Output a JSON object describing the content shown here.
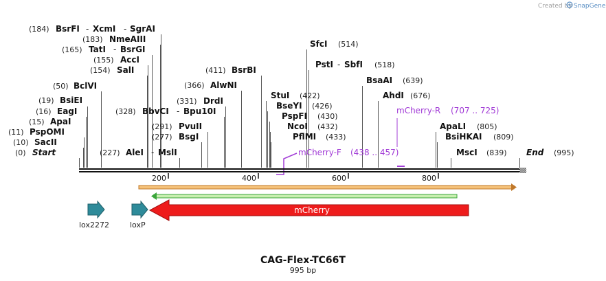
{
  "credit": {
    "prefix": "Created by",
    "brand": "SnapGene"
  },
  "plasmid": {
    "name": "CAG-Flex-TC66T",
    "length_label": "995 bp",
    "length": 995
  },
  "ruler": {
    "ticks": [
      200,
      400,
      600,
      800
    ],
    "tick_labels": [
      "200",
      "400",
      "600",
      "800"
    ]
  },
  "sites": [
    {
      "id": "bsrfi",
      "name": "BsrFI",
      "pos": "(184)",
      "bp": 184,
      "extra": [
        {
          "dash": "-",
          "name": "XcmI"
        },
        {
          "dash": "-",
          "name": "SgrAI"
        }
      ]
    },
    {
      "id": "nmeaiii",
      "name": "NmeAIII",
      "pos": "(183)",
      "bp": 183,
      "extra": []
    },
    {
      "id": "tati",
      "name": "TatI",
      "pos": "(165)",
      "bp": 165,
      "extra": [
        {
          "dash": "-",
          "name": "BsrGI"
        }
      ]
    },
    {
      "id": "acci",
      "name": "AccI",
      "pos": "(155)",
      "bp": 155,
      "extra": []
    },
    {
      "id": "sali",
      "name": "SalI",
      "pos": "(154)",
      "bp": 154,
      "extra": []
    },
    {
      "id": "bclvi",
      "name": "BclVI",
      "pos": "(50)",
      "bp": 50,
      "extra": []
    },
    {
      "id": "bsiei",
      "name": "BsiEI",
      "pos": "(19)",
      "bp": 19,
      "extra": []
    },
    {
      "id": "eagi",
      "name": "EagI",
      "pos": "(16)",
      "bp": 16,
      "extra": []
    },
    {
      "id": "apai",
      "name": "ApaI",
      "pos": "(15)",
      "bp": 15,
      "extra": []
    },
    {
      "id": "pspomi",
      "name": "PspOMI",
      "pos": "(11)",
      "bp": 11,
      "extra": []
    },
    {
      "id": "sacii",
      "name": "SacII",
      "pos": "(10)",
      "bp": 10,
      "extra": []
    },
    {
      "id": "start",
      "name": "Start",
      "pos": "(0)",
      "bp": 0,
      "extra": []
    },
    {
      "id": "alei",
      "name": "AleI",
      "pos": "(227)",
      "bp": 227,
      "extra": [
        {
          "dash": "-",
          "name": "MslI"
        }
      ]
    },
    {
      "id": "bbvci",
      "name": "BbvCI",
      "pos": "(328)",
      "bp": 328,
      "extra": [
        {
          "dash": "-",
          "name": "Bpu10I"
        }
      ]
    },
    {
      "id": "pvuii",
      "name": "PvuII",
      "pos": "(291)",
      "bp": 291,
      "extra": []
    },
    {
      "id": "bsgi",
      "name": "BsgI",
      "pos": "(277)",
      "bp": 277,
      "extra": []
    },
    {
      "id": "drdi",
      "name": "DrdI",
      "pos": "(331)",
      "bp": 331,
      "extra": []
    },
    {
      "id": "alwni",
      "name": "AlwNI",
      "pos": "(366)",
      "bp": 366,
      "extra": []
    },
    {
      "id": "bsrbi",
      "name": "BsrBI",
      "pos": "(411)",
      "bp": 411,
      "extra": []
    },
    {
      "id": "sfci",
      "name": "SfcI",
      "pos": "(514)",
      "bp": 514,
      "extra": []
    },
    {
      "id": "psti",
      "name": "PstI",
      "pos": "(518)",
      "bp": 518,
      "extra": [
        {
          "dash": "-",
          "name": "SbfI"
        }
      ]
    },
    {
      "id": "stui",
      "name": "StuI",
      "pos": "(422)",
      "bp": 422,
      "extra": []
    },
    {
      "id": "bseyi",
      "name": "BseYI",
      "pos": "(426)",
      "bp": 426,
      "extra": []
    },
    {
      "id": "pspfi",
      "name": "PspFI",
      "pos": "(430)",
      "bp": 430,
      "extra": []
    },
    {
      "id": "ncoi",
      "name": "NcoI",
      "pos": "(432)",
      "bp": 432,
      "extra": []
    },
    {
      "id": "pflmi",
      "name": "PflMI",
      "pos": "(433)",
      "bp": 433,
      "extra": []
    },
    {
      "id": "bsaai",
      "name": "BsaAI",
      "pos": "(639)",
      "bp": 639,
      "extra": []
    },
    {
      "id": "ahdi",
      "name": "AhdI",
      "pos": "(676)",
      "bp": 676,
      "extra": []
    },
    {
      "id": "apali",
      "name": "ApaLI",
      "pos": "(805)",
      "bp": 805,
      "extra": []
    },
    {
      "id": "bsihkai",
      "name": "BsiHKAI",
      "pos": "(809)",
      "bp": 809,
      "extra": []
    },
    {
      "id": "msci",
      "name": "MscI",
      "pos": "(839)",
      "bp": 839,
      "extra": []
    },
    {
      "id": "end",
      "name": "End",
      "pos": "(995)",
      "bp": 995,
      "extra": []
    }
  ],
  "primers": [
    {
      "id": "mcherry-f",
      "name": "mCherry-F",
      "range": "(438 .. 457)",
      "start": 438,
      "end": 457,
      "color": "#a13bd6"
    },
    {
      "id": "mcherry-r",
      "name": "mCherry-R",
      "range": "(707 .. 725)",
      "start": 707,
      "end": 725,
      "color": "#a13bd6"
    }
  ],
  "features": [
    {
      "id": "lox2272",
      "name": "lox2272",
      "color": "#2e8b9a",
      "direction": "forward"
    },
    {
      "id": "loxp",
      "name": "loxP",
      "color": "#2e8b9a",
      "direction": "forward"
    },
    {
      "id": "mcherry",
      "name": "mCherry",
      "color": "#ee1c1c",
      "direction": "reverse"
    }
  ],
  "colors": {
    "orf_orange": "#f0a020",
    "orf_green": "#3aa53a",
    "primer": "#a13bd6"
  }
}
